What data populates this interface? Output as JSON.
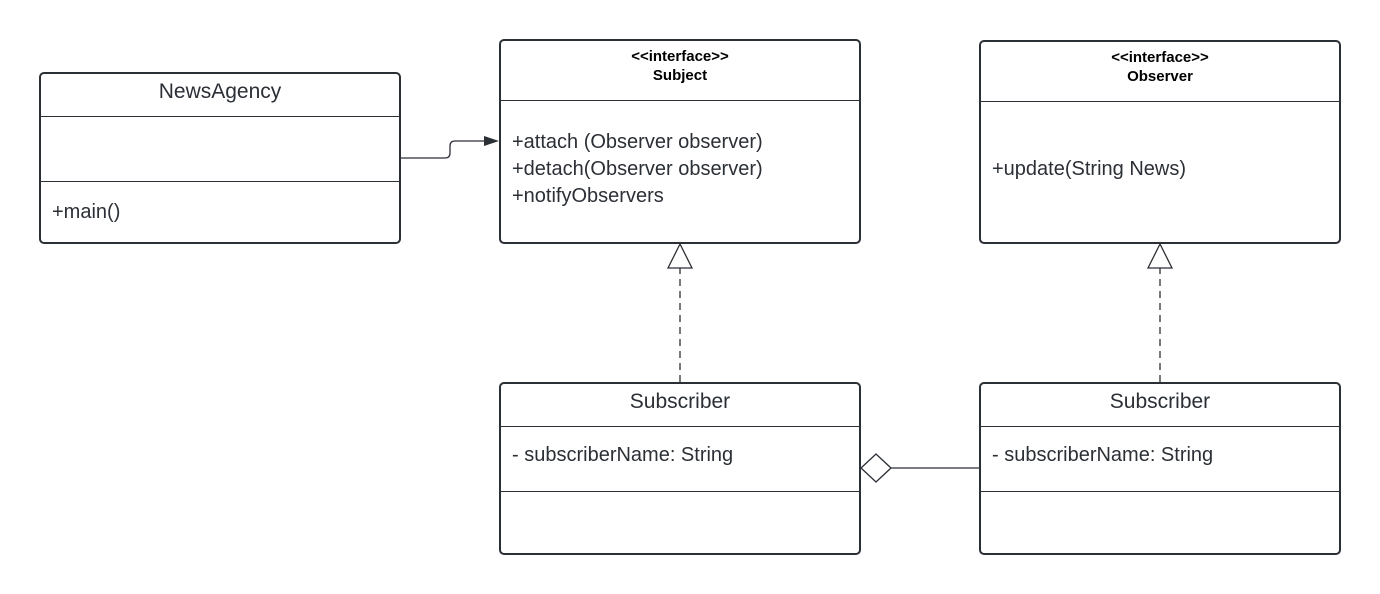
{
  "classes": {
    "news_agency": {
      "name": "NewsAgency",
      "methods": [
        "+main()"
      ]
    },
    "subject": {
      "stereotype": "<<interface>>",
      "name": "Subject",
      "methods": [
        "+attach (Observer observer)",
        "+detach(Observer observer)",
        "+notifyObservers"
      ]
    },
    "observer": {
      "stereotype": "<<interface>>",
      "name": "Observer",
      "methods": [
        "+update(String News)"
      ]
    },
    "subscriber_left": {
      "name": "Subscriber",
      "attributes": [
        "- subscriberName: String"
      ]
    },
    "subscriber_right": {
      "name": "Subscriber",
      "attributes": [
        "- subscriberName: String"
      ]
    }
  },
  "relationships": [
    {
      "type": "association",
      "from": "NewsAgency",
      "to": "Subject"
    },
    {
      "type": "realization",
      "from": "Subscriber",
      "to": "Subject"
    },
    {
      "type": "realization",
      "from": "Subscriber",
      "to": "Observer"
    },
    {
      "type": "aggregation",
      "from": "Subscriber",
      "to": "Subscriber"
    }
  ],
  "colors": {
    "line": "#2b2f36",
    "text": "#2b2f36",
    "background": "#ffffff"
  }
}
